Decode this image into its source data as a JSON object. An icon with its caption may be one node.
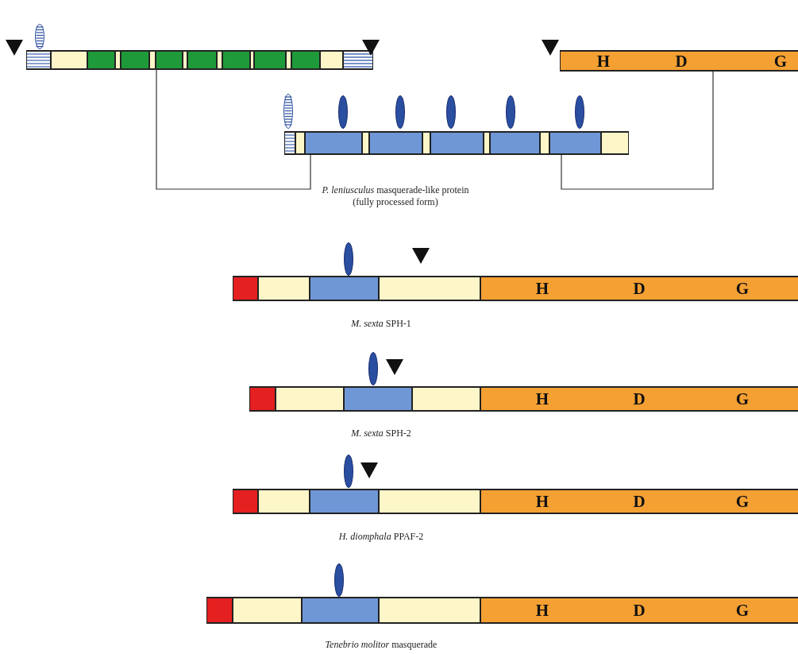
{
  "diagram": {
    "nodes": [
      {
        "text": [],
        "shape": "bar"
      },
      {
        "text": [
          "H",
          "D",
          "G"
        ]
      },
      {
        "text": [],
        "shape": "bar",
        "beside": [
          "*P. leniusculus* masquerade-like protein (fully processed form)"
        ]
      },
      {
        "text": [
          "H",
          "D",
          "G"
        ],
        "beside": [
          "*M. sexta* SPH-1"
        ]
      },
      {
        "text": [
          "H",
          "D",
          "G"
        ],
        "beside": [
          "*M. sexta* SPH-2"
        ]
      },
      {
        "text": [
          "H",
          "D",
          "G"
        ],
        "beside": [
          "*H. diomphala* PPAF-2"
        ]
      },
      {
        "text": [
          "H",
          "D",
          "G"
        ],
        "beside": [
          "*Tenebrio molitor* masquerade"
        ]
      }
    ],
    "edges": [
      {
        "from": 0,
        "to": 2,
        "arrow": "none"
      },
      {
        "from": 1,
        "to": 2,
        "arrow": "none"
      }
    ]
  }
}
